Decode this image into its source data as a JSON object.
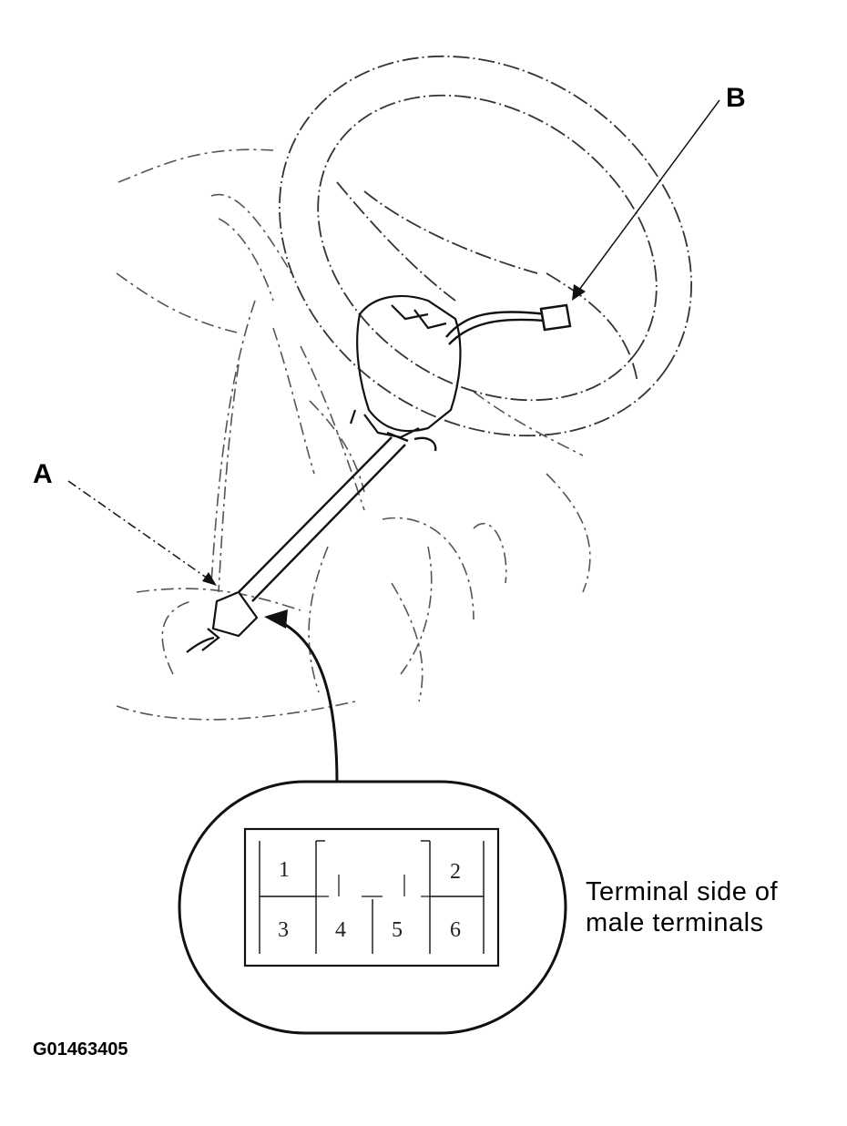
{
  "labels": {
    "callout_a": "A",
    "callout_b": "B",
    "terminal_line1": "Terminal side of",
    "terminal_line2": "male terminals",
    "figure_id": "G01463405"
  },
  "connector": {
    "pins": [
      "1",
      "2",
      "3",
      "4",
      "5",
      "6"
    ]
  }
}
